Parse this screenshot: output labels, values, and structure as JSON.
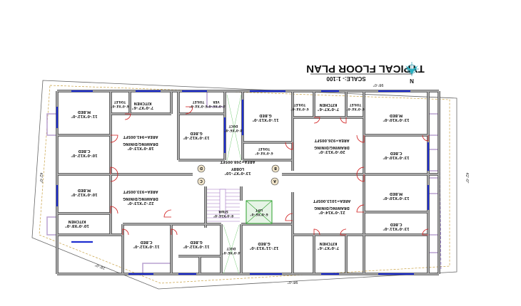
{
  "title": "TYPICAL FLOOR PLAN",
  "scale": "SCALE:- 1:100",
  "north": "N",
  "dimensions": {
    "top": "98'-0\"",
    "bottom": "98'-0\"",
    "left": "42'-0\"",
    "right": "42'-0\"",
    "bottom_left": "28'-0\""
  },
  "colors": {
    "wall": "#8c8c8c",
    "window": "#1f2fd0",
    "door": "#d01818",
    "veranda": "#b9a0d0",
    "green": "#2aa02a"
  },
  "rooms": [
    {
      "name": "M.BED",
      "size": "11'-0\"X12'-0\""
    },
    {
      "name": "C.BED",
      "size": "10'-0\"X12'-0\""
    },
    {
      "name": "M.BED",
      "size": "10'-0\"X12'-0\""
    },
    {
      "name": "KITCHEN",
      "size": "10'-0\"X8'-0\""
    },
    {
      "name": "DRAWING/DINING",
      "size": "18'-0\"X13'-0\"",
      "area": "AREA=941.00SFT"
    },
    {
      "name": "KITCHEN",
      "size": "7'-0\"X7'-6\""
    },
    {
      "name": "TOILET",
      "size": "6'-0\"X4'-0\""
    },
    {
      "name": "TOILET",
      "size": "6'-0\"X4'-0\""
    },
    {
      "name": "VER",
      "size": "4'-0\"X6'-0\""
    },
    {
      "name": "G.BED",
      "size": "13'-0\"X12'-0\""
    },
    {
      "name": "G.BED",
      "size": "11'-0\"X13'-0\""
    },
    {
      "name": "TOILET",
      "size": "6'-0\"X4'-0\""
    },
    {
      "name": "DUCT",
      "size": "4'-0\"X6'-0\""
    },
    {
      "name": "LOBBY",
      "size": "13'-0\"X7'-10\"",
      "area": "AREA=268.00SFT"
    },
    {
      "name": "DRAWING/DINING",
      "size": "20'-0\"X13'-0\"",
      "area": "AREA=926.00SFT"
    },
    {
      "name": "KITCHEN",
      "size": "7'-0\"X7'-6\""
    },
    {
      "name": "TOILET",
      "size": "6'-0\"X4'-0\""
    },
    {
      "name": "TOILET",
      "size": "6'-0\"X4'-0\""
    },
    {
      "name": "M.BED",
      "size": "13'-0\"X10'-0\""
    },
    {
      "name": "C.BED",
      "size": "13'-0\"X10'-0\""
    },
    {
      "name": "M.BED",
      "size": "13'-0\"X10'-0\""
    },
    {
      "name": "C.BED",
      "size": "13'-0\"X11'-0\""
    },
    {
      "name": "DRAWING/DINING",
      "size": "21'-0\"X14'-0\"",
      "area": "AREA=1013.00SFT"
    },
    {
      "name": "KITCHEN",
      "size": "7'-0\"X7'-6\""
    },
    {
      "name": "G.BED",
      "size": "12'-11\"X13'-0\""
    },
    {
      "name": "LIFT",
      "size": "6'-0\"X6'-0\""
    },
    {
      "name": "STAIR",
      "size": "8'-0\"X16'-0\""
    },
    {
      "name": "DUCT",
      "size": "4'-0\"X6'-0\""
    },
    {
      "name": "G.BED",
      "size": "11'-0\"X12'-0\""
    },
    {
      "name": "C.BED",
      "size": "11'-0\"X12'-0\""
    },
    {
      "name": "DRAWING/DINING",
      "size": "22'-2\"X13'-0\"",
      "area": "AREA=933.00SFT"
    }
  ],
  "flat_markers": [
    "A",
    "B",
    "C",
    "D"
  ]
}
